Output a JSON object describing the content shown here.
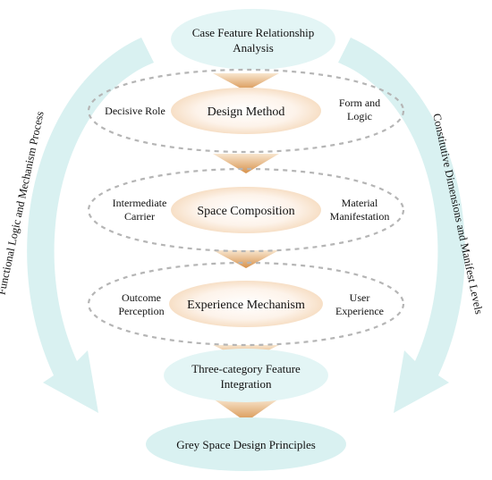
{
  "top_node": {
    "line1": "Case Feature Relationship",
    "line2": "Analysis"
  },
  "stages": [
    {
      "title": "Design Method",
      "left": [
        "Decisive Role"
      ],
      "right": [
        "Form and",
        "Logic"
      ]
    },
    {
      "title": "Space Composition",
      "left": [
        "Intermediate",
        "Carrier"
      ],
      "right": [
        "Material",
        "Manifestation"
      ]
    },
    {
      "title": "Experience Mechanism",
      "left": [
        "Outcome",
        "Perception"
      ],
      "right": [
        "User",
        "Experience"
      ]
    }
  ],
  "integration_node": {
    "line1": "Three-category Feature",
    "line2": "Integration"
  },
  "bottom_node": {
    "label": "Grey Space Design Principles"
  },
  "left_arc_label": "Functional Logic and Mechanism Process",
  "right_arc_label": "Constitutive Dimensions and Manifest Levels",
  "colors": {
    "arc": "#d9f1f1",
    "node_fill": "#e3f5f5",
    "funnel_top": "#f6dfc2",
    "funnel_bottom": "#d9954a",
    "stage_fill": "#fbeadb",
    "dashed": "#b5b5b5"
  }
}
